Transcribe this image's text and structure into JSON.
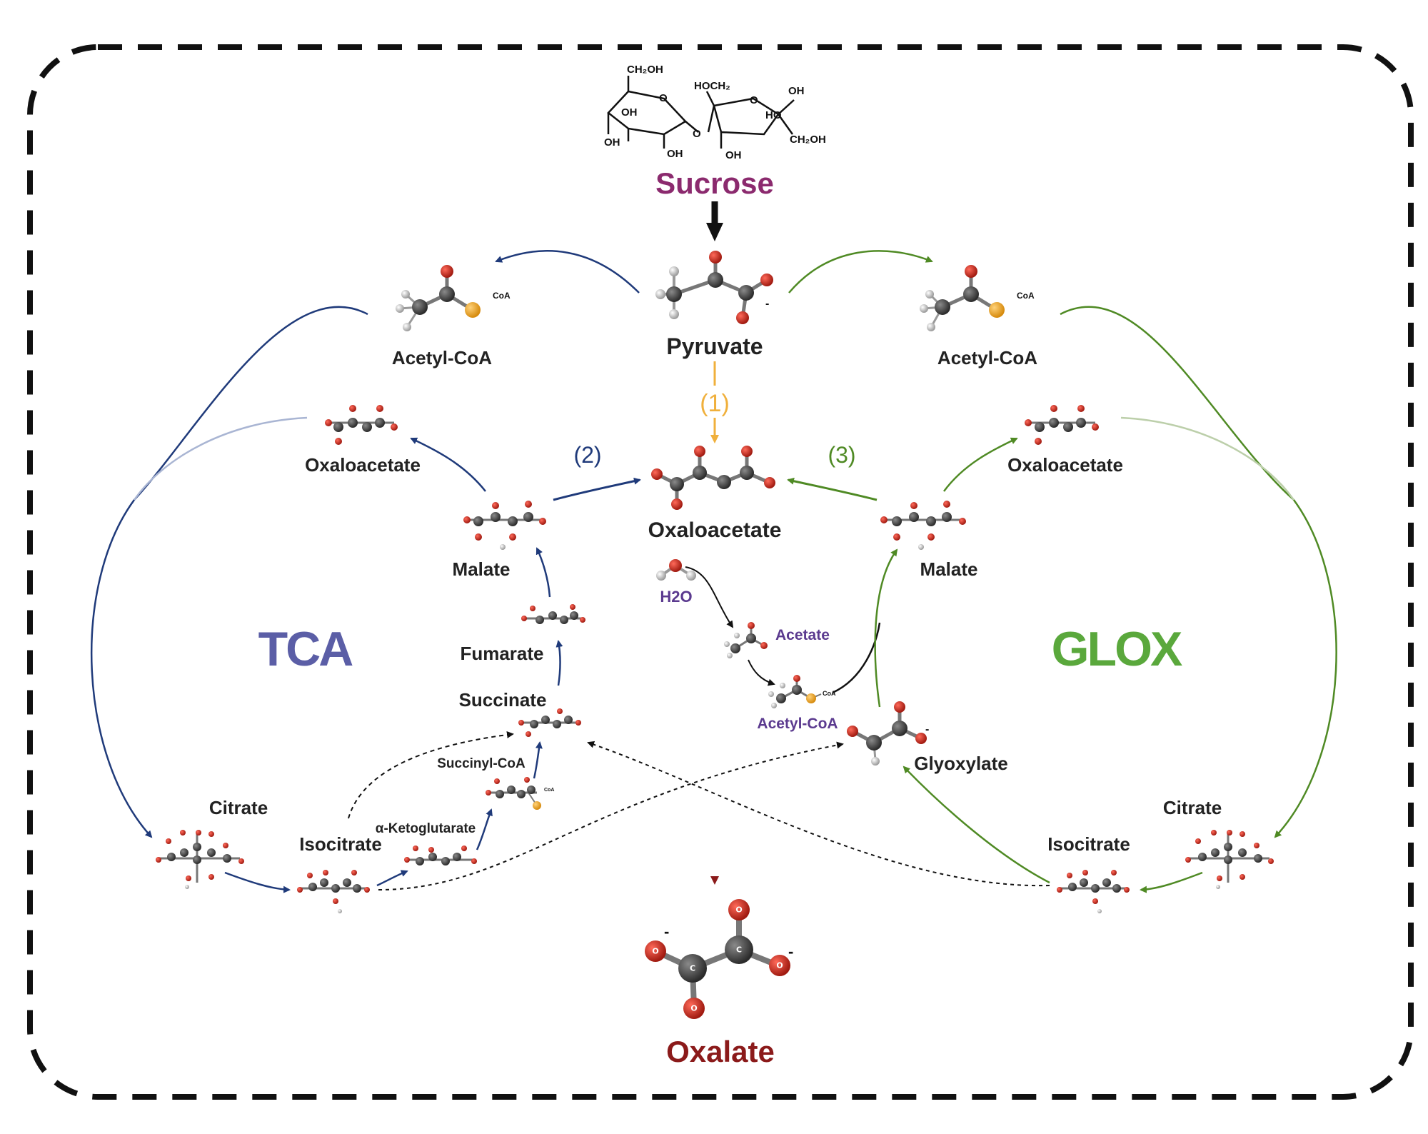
{
  "center": {
    "sucrose": "Sucrose",
    "pyruvate": "Pyruvate",
    "oxaloacetate": "Oxaloacetate",
    "oxalate": "Oxalate",
    "step1": "(1)",
    "step2": "(2)",
    "step3": "(3)",
    "h2o": "H2O",
    "acetate": "Acetate",
    "acetyl_coa": "Acetyl-CoA",
    "coa_tag": "CoA"
  },
  "sucrose_structure": {
    "ch2oh_top": "CH₂OH",
    "hoch2": "HOCH₂",
    "ch2oh_right": "CH₂OH",
    "oh": "OH",
    "ho": "HO",
    "o": "O"
  },
  "tca": {
    "title": "TCA",
    "acetyl_coa": "Acetyl-CoA",
    "oxaloacetate": "Oxaloacetate",
    "malate": "Malate",
    "fumarate": "Fumarate",
    "succinate": "Succinate",
    "succinyl_coa": "Succinyl-CoA",
    "alpha_ketoglutarate": "α-Ketoglutarate",
    "isocitrate": "Isocitrate",
    "citrate": "Citrate"
  },
  "glox": {
    "title": "GLOX",
    "acetyl_coa": "Acetyl-CoA",
    "oxaloacetate": "Oxaloacetate",
    "malate": "Malate",
    "glyoxylate": "Glyoxylate",
    "isocitrate": "Isocitrate",
    "citrate": "Citrate"
  },
  "colors": {
    "tca": "#1f3a7a",
    "tca_title": "#5b5ea6",
    "glox": "#4f8a24",
    "glox_title": "#5aa83c",
    "step1": "#f0b03c",
    "oxalate": "#8b1a1a",
    "sucrose": "#8b2a6e",
    "purple_label": "#5b3a8f"
  }
}
